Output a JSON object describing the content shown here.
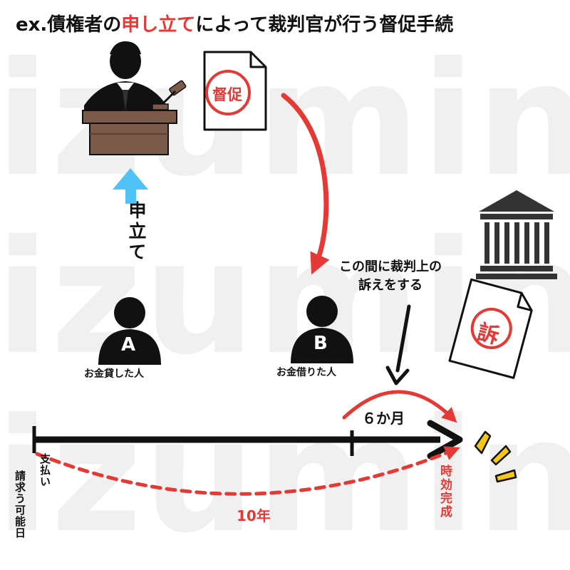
{
  "title": {
    "prefix": "ex.債権者の",
    "highlight": "申し立て",
    "suffix": "によって裁判官が行う督促手続"
  },
  "watermark": {
    "rows": [
      "izumin",
      "izumin",
      "izumin"
    ]
  },
  "labels": {
    "apply": "申立て",
    "person_a_letter": "A",
    "person_a_caption": "お金貸した人",
    "person_b_letter": "B",
    "person_b_caption": "お金借りた人",
    "note_line1": "この間に裁判上の",
    "note_line2": "訴えをする",
    "six_months": "６か月",
    "ten_years": "10年",
    "payment_col1": "支払い",
    "payment_col2": "請求う可能日",
    "limitation": "時効完成",
    "doc_stamp": "督促",
    "lawsuit_stamp": "訴"
  },
  "icons": {
    "judge": "judge-icon",
    "gavel": "gavel-icon",
    "document": "document-icon",
    "courthouse": "courthouse-icon",
    "person": "person-icon",
    "burst": "burst-icon"
  },
  "colors": {
    "accent_red": "#e53935",
    "arrow_blue": "#4fc3f7",
    "desk_brown": "#7b5a4a",
    "text_dark": "#111111",
    "watermark": "#f0f0f0",
    "burst_yellow": "#f5c518"
  }
}
